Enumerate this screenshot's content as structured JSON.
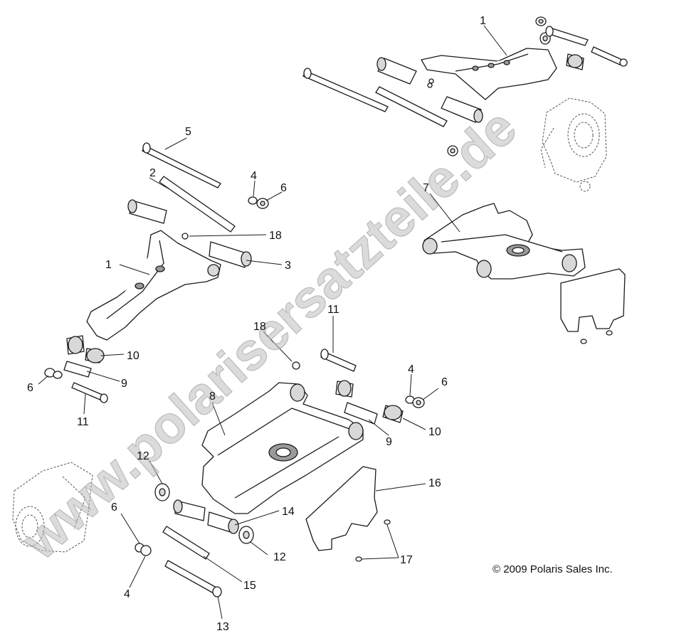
{
  "watermark": "www.polarisersatzteile.de",
  "copyright": "© 2009 Polaris Sales Inc.",
  "callouts": {
    "c1_top": "1",
    "c1_left": "1",
    "c2": "2",
    "c3": "3",
    "c4_upper": "4",
    "c4_mid": "4",
    "c4_lower": "4",
    "c5": "5",
    "c6_upper": "6",
    "c6_left": "6",
    "c6_mid": "6",
    "c6_lower": "6",
    "c7": "7",
    "c8": "8",
    "c9_left": "9",
    "c9_mid": "9",
    "c10_left": "10",
    "c10_mid": "10",
    "c11_left": "11",
    "c11_mid": "11",
    "c12_upper": "12",
    "c12_lower": "12",
    "c13": "13",
    "c14": "14",
    "c15": "15",
    "c16": "16",
    "c17": "17",
    "c18_upper": "18",
    "c18_mid": "18"
  }
}
